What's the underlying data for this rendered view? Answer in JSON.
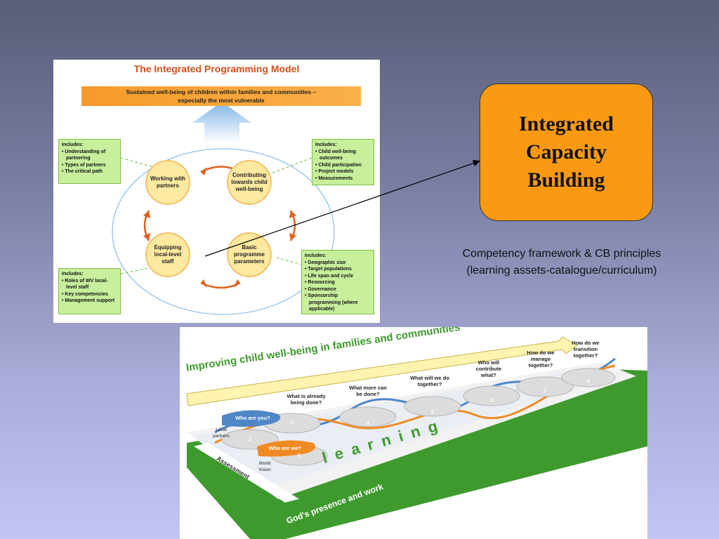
{
  "model": {
    "title": "The Integrated Programming Model",
    "goal_line1": "Sustained well-being of children within families and communities –",
    "goal_line2": "especially the most vulnerable",
    "box_topleft": {
      "heading": "Includes:",
      "items": [
        "• Understanding of partnering",
        "• Types of partners",
        "• The critical path"
      ]
    },
    "box_topright": {
      "heading": "Includes:",
      "items": [
        "• Child well-being outcomes",
        "• Child participation",
        "• Project models",
        "• Measurements"
      ]
    },
    "box_bottomleft": {
      "heading": "Includes:",
      "items": [
        "• Roles of WV local-level staff",
        "• Key competencies",
        "• Management support"
      ]
    },
    "box_bottomright": {
      "heading": "Includes:",
      "items": [
        "• Geographic size",
        "• Target populations",
        "• Life span and cycle",
        "• Resourcing",
        "• Governance",
        "• Sponsorship programming (where applicable)"
      ]
    },
    "circles": [
      "Working with partners",
      "Contributing towards child well-being",
      "Equipping local-level staff",
      "Basic programme parameters"
    ],
    "colors": {
      "title": "#d4501e",
      "banner": "#f59a2a",
      "box_fill": "#c7ef9c",
      "circle_fill": "#fde9a0",
      "arrows": "#e0601e"
    }
  },
  "icb": {
    "title": "Integrated Capacity Building",
    "fill": "#fb9a12"
  },
  "competency": {
    "line1": "Competency framework &  CB principles",
    "line2": "(learning assets-catalogue/curriculum)"
  },
  "journey": {
    "banner": "Improving child well-being in families and communities",
    "who_are_you": "Who are you?",
    "who_are_we": "Who are we?",
    "local_partners": "Local partners",
    "world_vision": "World Vision",
    "assessment": "Assessment",
    "learning": "learning",
    "gods_presence": "God's presence and work",
    "steps": [
      "What is already being done?",
      "What more can be done?",
      "What will we do together?",
      "Who will contribute what?",
      "How do we manage together?",
      "How do we transition together?"
    ],
    "disc_numbers": [
      "1",
      "2",
      "3",
      "4",
      "5",
      "6",
      "7",
      "8"
    ],
    "colors": {
      "blue": "#4f86c6",
      "orange": "#f08a24",
      "green": "#3f9a2e",
      "banner": "#fff3b0"
    }
  }
}
